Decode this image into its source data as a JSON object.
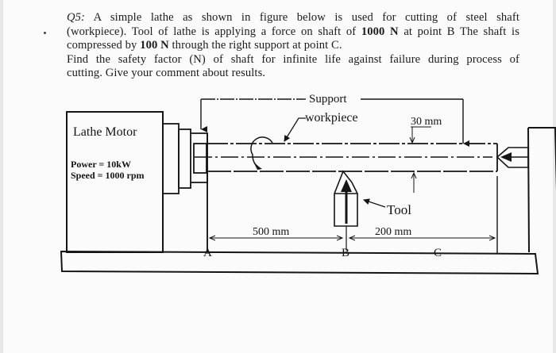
{
  "question": {
    "number": "Q5:",
    "line1": "A simple lathe as shown in figure below is used for cutting of steel shaft",
    "line2_pre": "(workpiece). Tool of lathe is applying a force on shaft of ",
    "line2_force": "1000 N",
    "line2_post": " at point B  The shaft is",
    "line3_pre": "compressed by ",
    "line3_force": "100 N",
    "line3_post": " through the right support at point C.",
    "line4": "Find the safety factor (N) of shaft for infinite life against failure during process of",
    "line5": "cutting. Give your comment about results."
  },
  "diagram": {
    "motor_label": "Lathe Motor",
    "power_label": "Power = 10kW",
    "speed_label": "Speed = 1000 rpm",
    "support_label": "Support",
    "workpiece_label": "workpiece",
    "diameter_label": "30 mm",
    "tool_label": "Tool",
    "dim_ab_label": "500 mm",
    "dim_bc_label": "200 mm",
    "point_a": "A",
    "point_b": "B",
    "point_c": "C"
  },
  "values": {
    "tool_force_N": 1000,
    "axial_compression_N": 100,
    "power_kW": 10,
    "speed_rpm": 1000,
    "shaft_diameter_mm": 30,
    "length_AB_mm": 500,
    "length_BC_mm": 200
  },
  "colors": {
    "paper": "#fbfbfb",
    "ink": "#151515",
    "frame": "#e9e6e6"
  }
}
